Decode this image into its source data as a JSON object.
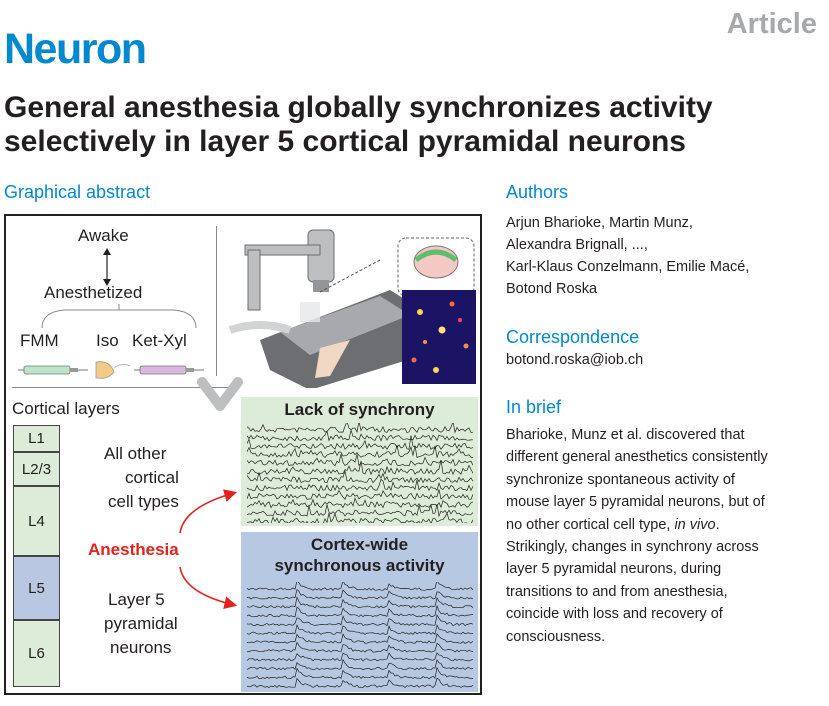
{
  "header": {
    "article_label": "Article",
    "journal_name": "Neuron",
    "title": "General anesthesia globally synchronizes activity selectively in layer 5 cortical pyramidal neurons"
  },
  "graphical_abstract": {
    "heading": "Graphical abstract",
    "awake": "Awake",
    "anesthetized": "Anesthetized",
    "drugs": [
      "FMM",
      "Iso",
      "Ket-Xyl"
    ],
    "cortical_layers_label": "Cortical layers",
    "layers": [
      "L1",
      "L2/3",
      "L4",
      "L5",
      "L6"
    ],
    "all_other_label": [
      "All other",
      "cortical",
      "cell types"
    ],
    "anesthesia_label": "Anesthesia",
    "layer5_label": [
      "Layer 5",
      "pyramidal",
      "neurons"
    ],
    "panel_top_title": "Lack of synchrony",
    "panel_bottom_title": [
      "Cortex-wide",
      "synchronous activity"
    ],
    "colors": {
      "accent_blue": "#0089cf",
      "anesthesia_red": "#e2231a",
      "panel_green": "#dcecd9",
      "panel_blue": "#b7c9e2",
      "layer_green": "#dcecd9",
      "layer_blue": "#b9c7e2"
    }
  },
  "authors": {
    "heading": "Authors",
    "lines": [
      "Arjun Bharioke, Martin Munz,",
      "Alexandra Brignall, ...,",
      "Karl-Klaus Conzelmann, Emilie Macé,",
      "Botond Roska"
    ]
  },
  "correspondence": {
    "heading": "Correspondence",
    "email": "botond.roska@iob.ch"
  },
  "in_brief": {
    "heading": "In brief",
    "lines": [
      "Bharioke, Munz et al. discovered that",
      "different general anesthetics consistently",
      "synchronize spontaneous activity of",
      "mouse layer 5 pyramidal neurons, but of"
    ],
    "line5_prefix": "no other cortical cell type, ",
    "line5_italic": "in vivo",
    "line5_suffix": ".",
    "lines_rest": [
      "Strikingly, changes in synchrony across",
      "layer 5 pyramidal neurons, during",
      "transitions to and from anesthesia,",
      "coincide with loss and recovery of",
      "consciousness."
    ]
  }
}
